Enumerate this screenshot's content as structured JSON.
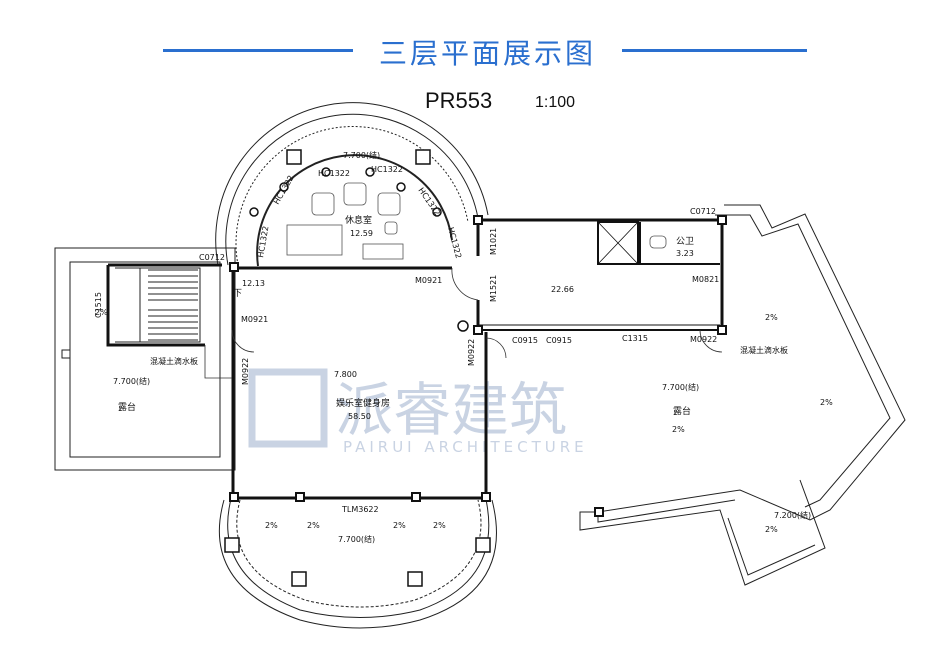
{
  "header": {
    "title": "三层平面展示图"
  },
  "plan": {
    "code": "PR553",
    "scale": "1:100"
  },
  "watermark": {
    "cn": "派睿建筑",
    "en": "PAIRUI ARCHITECTURE"
  },
  "rooms": {
    "lounge": "休息室",
    "lounge_area": "12.59",
    "hall_area": "22.66",
    "toilet": "公卫",
    "toilet_area": "3.23",
    "gym": "娱乐室健身房",
    "gym_area": "58.50",
    "gym_elev": "7.800",
    "stair_area": "12.13",
    "stair_down": "下"
  },
  "terraces": {
    "left": "露台",
    "left_elev": "7.700(结)",
    "left_board": "混凝土滴水板",
    "right": "露台",
    "right_elev": "7.700(结)",
    "right_board": "混凝土滴水板",
    "bottom_elev": "7.700(结)",
    "arc_elev": "7.700(结)",
    "small_elev": "7.200(结)"
  },
  "slopes": [
    "2%"
  ],
  "openings": {
    "hc1322": "HC1322",
    "c0712": "C0712",
    "m0921": "M0921",
    "m0922": "M0922",
    "m1021": "M1021",
    "m1521": "M1521",
    "m0821": "M0821",
    "c0915": "C0915",
    "c1315": "C1315",
    "c1515": "C1515",
    "tlm3622": "TLM3622"
  },
  "colors": {
    "accent": "#2a6fcf",
    "wall": "#111111",
    "watermark": "#c9d3e3"
  }
}
